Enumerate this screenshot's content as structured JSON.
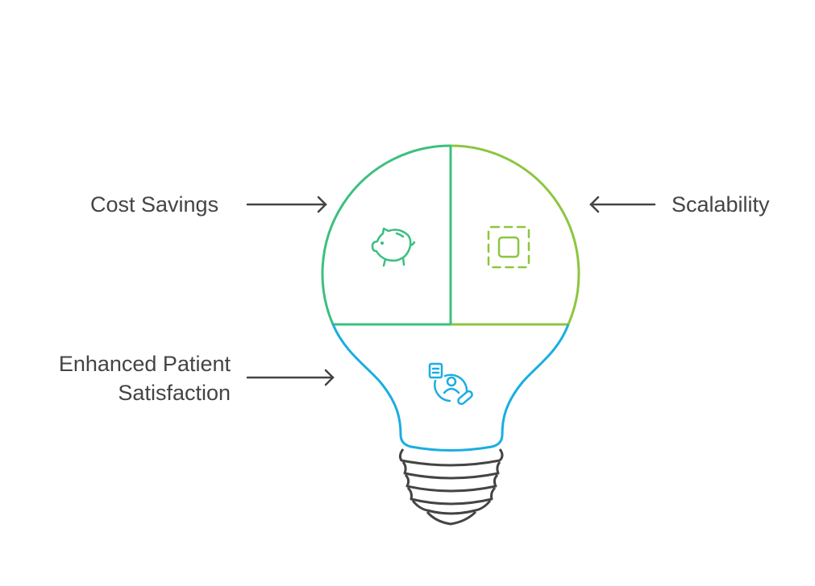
{
  "labels": {
    "cost_savings": "Cost Savings",
    "scalability": "Scalability",
    "patient_line1": "Enhanced Patient",
    "patient_line2": "Satisfaction"
  },
  "colors": {
    "green": "#3cbf80",
    "lime": "#8cc63f",
    "blue": "#1aaee0",
    "dark": "#444444"
  },
  "icons": {
    "cost_savings": "piggy-bank-icon",
    "scalability": "scale-frame-icon",
    "patient": "patient-care-icon"
  }
}
